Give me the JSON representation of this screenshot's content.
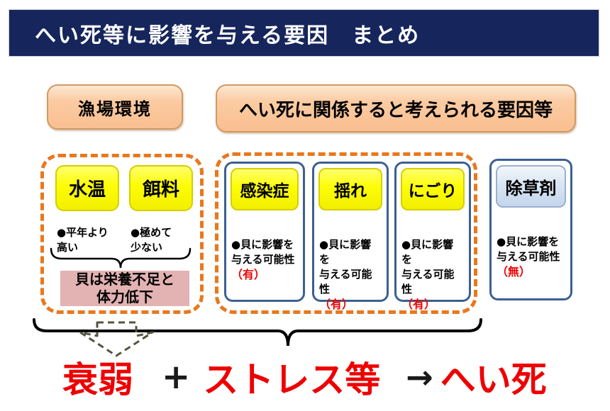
{
  "slide": {
    "title": "へい死等に影響を与える要因　まとめ"
  },
  "headers": {
    "fishing_ground": "漁場環境",
    "related_factors": "へい死に関係すると考えられる要因等"
  },
  "environment_group": {
    "items": [
      {
        "label": "水温",
        "note_lines": [
          "●平年より",
          "高い"
        ]
      },
      {
        "label": "餌料",
        "note_lines": [
          "●極めて",
          "少ない"
        ]
      }
    ],
    "conclusion_lines": [
      "貝は栄養不足と",
      "体力低下"
    ]
  },
  "factor_group": {
    "cards": [
      {
        "label": "感染症",
        "note_lines": [
          "●貝に影響を",
          "与える可能性"
        ],
        "verdict": "（有）"
      },
      {
        "label": "揺れ",
        "note_lines": [
          "●貝に影響を",
          "与える可能性"
        ],
        "verdict": "（有）"
      },
      {
        "label": "にごり",
        "note_lines": [
          "●貝に影響を",
          "与える可能性"
        ],
        "verdict": "（有）"
      }
    ]
  },
  "herbicide_card": {
    "label": "除草剤",
    "note_lines": [
      "●貝に影響を",
      "与える可能性"
    ],
    "verdict": "（無）"
  },
  "formula": {
    "weakening": "衰弱",
    "plus": "+",
    "stress": "ストレス等",
    "arrow": "→",
    "death": "へい死"
  },
  "colors": {
    "title_bar_navy": "#16265c",
    "header_peach": "#f9bf90",
    "dashed_orange": "#e8781e",
    "factor_yellow": "#fdfd04",
    "conclusion_pink": "#e3b2b2",
    "card_border_blue": "#3c6090",
    "herbicide_header_blue": "#c3d6ec",
    "emphasis_red": "#ee0000"
  }
}
